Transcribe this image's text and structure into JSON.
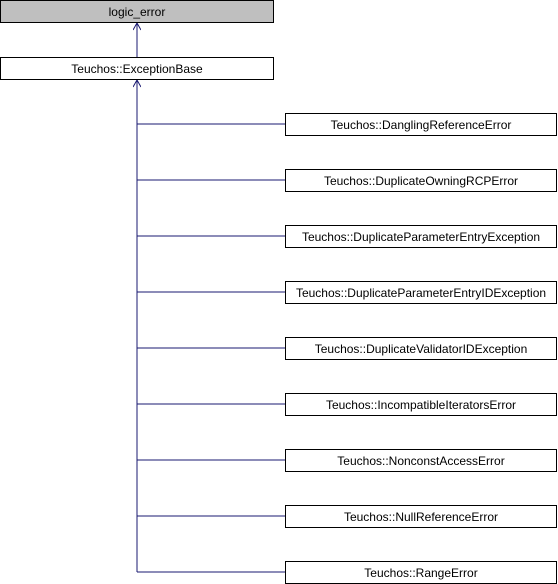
{
  "diagram": {
    "type": "class-inheritance",
    "colors": {
      "edge": "#191970",
      "external_node_fill": "#bfbfbf",
      "node_fill": "#ffffff",
      "node_border": "#000000"
    },
    "root": {
      "label": "logic_error",
      "external": true
    },
    "base": {
      "label": "Teuchos::ExceptionBase"
    },
    "children": [
      {
        "label": "Teuchos::DanglingReferenceError"
      },
      {
        "label": "Teuchos::DuplicateOwningRCPError"
      },
      {
        "label": "Teuchos::DuplicateParameterEntryException"
      },
      {
        "label": "Teuchos::DuplicateParameterEntryIDException"
      },
      {
        "label": "Teuchos::DuplicateValidatorIDException"
      },
      {
        "label": "Teuchos::IncompatibleIteratorsError"
      },
      {
        "label": "Teuchos::NonconstAccessError"
      },
      {
        "label": "Teuchos::NullReferenceError"
      },
      {
        "label": "Teuchos::RangeError"
      }
    ]
  }
}
